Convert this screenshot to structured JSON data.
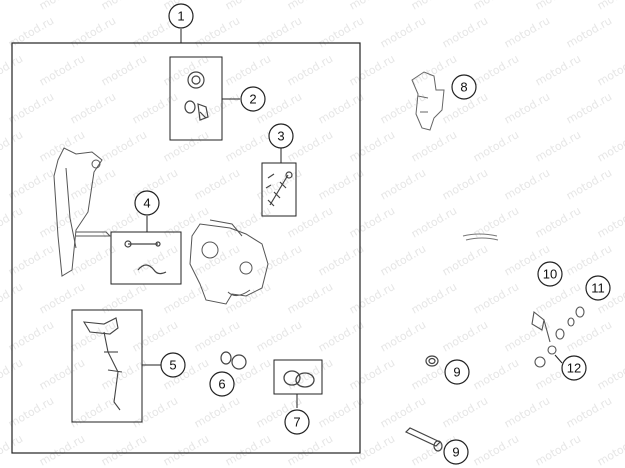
{
  "watermark": "motod.ru",
  "callouts": {
    "c1": "1",
    "c2": "2",
    "c3": "3",
    "c4": "4",
    "c5": "5",
    "c6": "6",
    "c7": "7",
    "c8": "8",
    "c9a": "9",
    "c9b": "9",
    "c10": "10",
    "c11": "11",
    "c12": "12"
  },
  "colors": {
    "line": "#222222",
    "part": "#555555",
    "watermark": "#e6e6e6"
  }
}
